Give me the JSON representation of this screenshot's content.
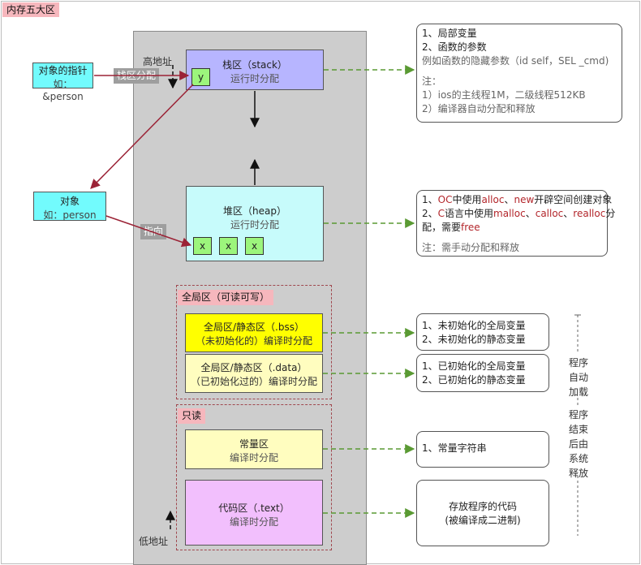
{
  "title": "内存五大区",
  "memory": {
    "high_address": "高地址",
    "low_address": "低地址",
    "stack": {
      "name": "栈区（stack）",
      "sub": "运行时分配",
      "cell": "y"
    },
    "heap": {
      "name": "堆区（heap）",
      "sub": "运行时分配",
      "cells": [
        "x",
        "x",
        "x"
      ]
    },
    "global_group_label": "全局区（可读可写）",
    "bss": {
      "name": "全局区/静态区（.bss）",
      "sub": "（未初始化的）编译时分配"
    },
    "data": {
      "name": "全局区/静态区（.data）",
      "sub": "（已初始化过的）编译时分配"
    },
    "readonly_group_label": "只读",
    "const": {
      "name": "常量区",
      "sub": "编译时分配"
    },
    "code": {
      "name": "代码区（.text）",
      "sub": "编译时分配"
    }
  },
  "left": {
    "pointer": {
      "title": "对象的指针",
      "sub": "如：&person"
    },
    "stack_alloc_tag": "栈区分配",
    "object": {
      "title": "对象",
      "sub": "如：person"
    },
    "points_to_tag": "指向"
  },
  "notes": {
    "stack": {
      "lines": [
        "1、局部变量",
        "2、函数的参数",
        "例如函数的隐藏参数（id self，SEL _cmd)"
      ],
      "note_lines": [
        "注：",
        "1）ios的主线程1M，二级线程512KB",
        "2）编译器自动分配和释放"
      ]
    },
    "heap": {
      "line1": {
        "a": "1、",
        "b": "OC",
        "c": "中使用",
        "d": "alloc",
        "e": "、",
        "f": "new",
        "g": "开辟空间创建对象"
      },
      "line2": {
        "a": "2、",
        "b": "C",
        "c": "语言中使用",
        "d": "malloc",
        "e": "、",
        "f": "calloc",
        "g": "、",
        "h": "realloc",
        "i": "分"
      },
      "line3": {
        "a": "配，需要",
        "b": "free"
      },
      "note": "注：需手动分配和释放"
    },
    "bss": [
      "1、未初始化的全局变量",
      "2、未初始化的静态变量"
    ],
    "data": [
      "1、已初始化的全局变量",
      "2、已初始化的静态变量"
    ],
    "const": "1、常量字符串",
    "code": [
      "存放程序的代码",
      "(被编译成二进制)"
    ]
  },
  "side": {
    "load": [
      "程",
      "序",
      "自",
      "动",
      "加",
      "载"
    ],
    "release": [
      "程",
      "序",
      "结",
      "束",
      "后",
      "由",
      "系",
      "统",
      "释",
      "放"
    ]
  },
  "colors": {
    "stack": "#b7b5ff",
    "heap": "#c7fbfb",
    "bss": "#ffff00",
    "data": "#fffdbf",
    "const": "#fffdbf",
    "code": "#f2bffd",
    "cyan": "#72fbfd",
    "green_arrow": "#5a9a33",
    "maroon_arrow": "#9b2336",
    "tag_red": "#f6b7bd"
  }
}
